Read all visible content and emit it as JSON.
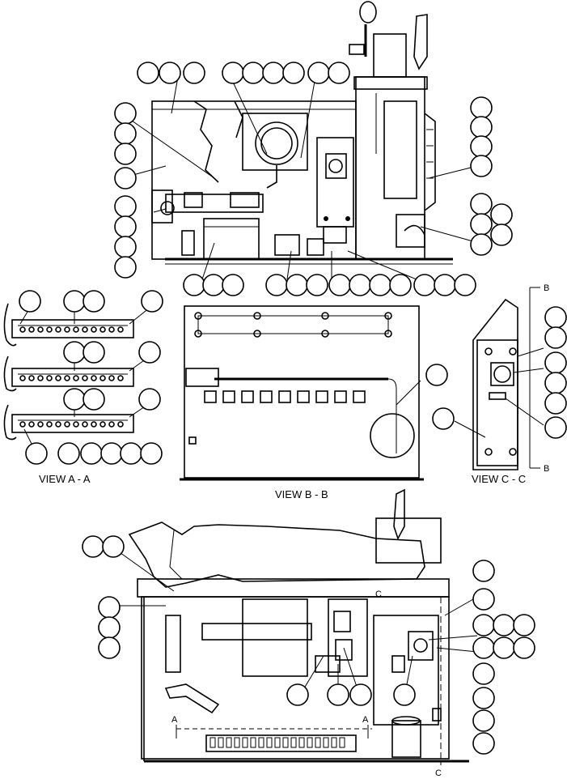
{
  "views": {
    "a": "VIEW  A - A",
    "b": "VIEW  B - B",
    "c": "VIEW  C - C"
  },
  "section_markers": {
    "a": "A",
    "b": "B",
    "c": "C"
  }
}
